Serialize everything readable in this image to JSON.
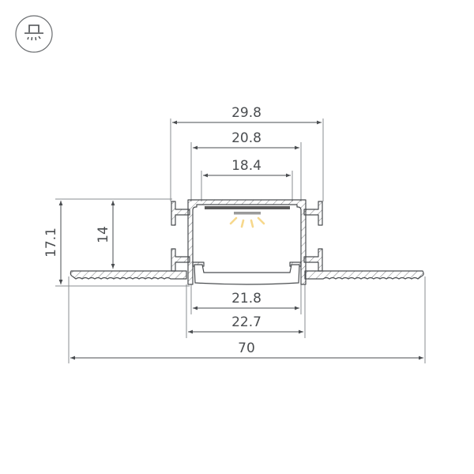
{
  "diagram": {
    "type": "technical-drawing",
    "subject": "recessed LED aluminum profile cross-section",
    "units": "mm",
    "badge_icon": "ceiling-light-icon",
    "colors": {
      "outline": "#4a4d50",
      "dimension_line": "#4a4d50",
      "extension_line": "#8a8d90",
      "led_strip": "#5a5a5a",
      "led_chip": "#9a9a9a",
      "light_rays": "#f7d88c",
      "background": "#ffffff"
    },
    "dimensions": {
      "overall_top_width": "29.8",
      "inner_width_top": "20.8",
      "strip_width": "18.4",
      "diffuser_inner_width": "21.8",
      "diffuser_outer_width": "22.7",
      "flange_total_width": "70",
      "total_height": "17.1",
      "body_height": "14"
    }
  }
}
